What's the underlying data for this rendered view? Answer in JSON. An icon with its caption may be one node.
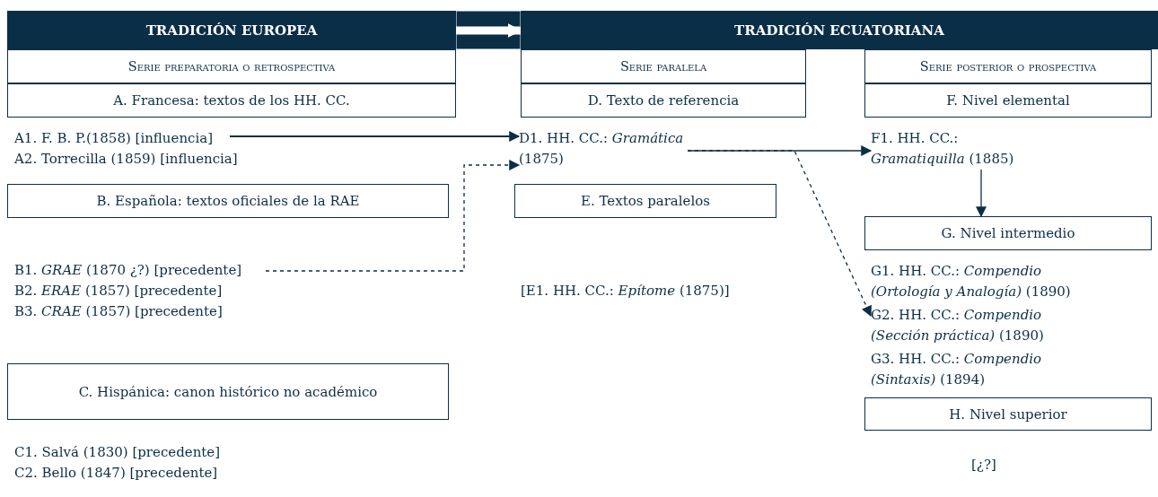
{
  "diagram": {
    "nodes": [
      {
        "text": [
          "TRADICIÓN EUROPEA"
        ]
      },
      {
        "text": [
          "TRADICIÓN ECUATORIANA"
        ]
      },
      {
        "text": [
          "Serie preparatoria o retrospectiva"
        ]
      },
      {
        "text": [
          "A. Francesa: textos de los HH. CC."
        ]
      },
      {
        "text": [
          "A1. F. B. P.(1858) [influencia]"
        ]
      },
      {
        "text": [
          "B. Española: textos oficiales de la RAE"
        ]
      },
      {
        "text": [
          "B1. *GRAE* (1870 ¿?) [precedente]"
        ]
      },
      {
        "text": [
          "C. Hispánica: canon histórico no académico"
        ]
      },
      {
        "text": [
          "Serie paralela"
        ]
      },
      {
        "text": [
          "D. Texto de referencia"
        ]
      },
      {
        "text": [
          "D1. HH. CC.: *Gramática* (1875)"
        ]
      },
      {
        "text": [
          "E. Textos paralelos"
        ]
      },
      {
        "text": [
          "Serie posterior o prospectiva"
        ]
      },
      {
        "text": [
          "F. Nivel elemental"
        ]
      },
      {
        "text": [
          "F1. HH. CC.: *Gramatiquilla* (1885)"
        ]
      },
      {
        "text": [
          "G. Nivel intermedio"
        ]
      },
      {
        "text": [
          "G2. HH. CC.: *Compendio (Sección práctica)* (1890)"
        ]
      },
      {
        "text": [
          "H. Nivel superior"
        ]
      }
    ],
    "edges": [
      {
        "from": 0,
        "to": 1,
        "arrow": "to",
        "style": "thick",
        "color": "#ffffff"
      },
      {
        "from": 4,
        "to": 10,
        "arrow": "to"
      },
      {
        "from": 6,
        "to": 10,
        "arrow": "to",
        "style": "dashed"
      },
      {
        "from": 10,
        "to": 14,
        "arrow": "to"
      },
      {
        "from": 10,
        "to": 16,
        "arrow": "to",
        "style": "dashed"
      },
      {
        "from": 14,
        "to": 15,
        "arrow": "to"
      }
    ],
    "labels": [
      "A2. Torrecilla (1859) [influencia]",
      "B2. *ERAE* (1857) [precedente]",
      "B3. *CRAE* (1857) [precedente]",
      "C1. Salvá (1830) [precedente]",
      "C2. Bello (1847) [precedente]",
      "[E1. HH. CC.: *Epítome* (1875)]",
      "G1. HH. CC.: *Compendio (Ortología y Analogía)* (1890)",
      "G3. HH. CC.: *Compendio (Sintaxis)* (1894)",
      "[¿?]"
    ]
  }
}
